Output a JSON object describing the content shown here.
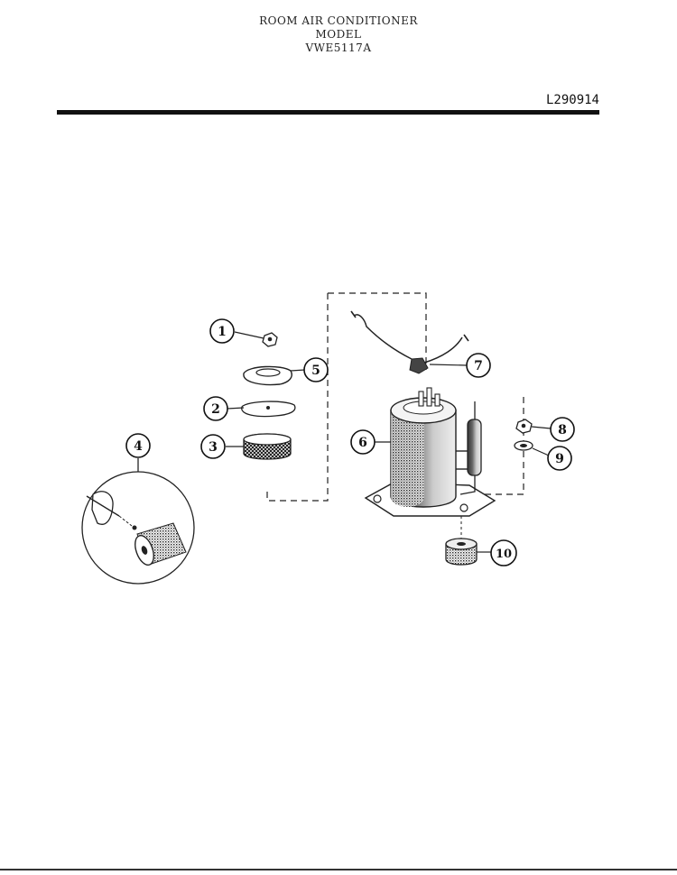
{
  "header": {
    "line1": "ROOM AIR CONDITIONER",
    "line2": "MODEL",
    "line3": "VWE5117A"
  },
  "reference_code": "L290914",
  "callouts": [
    "1",
    "2",
    "3",
    "4",
    "5",
    "6",
    "7",
    "8",
    "9",
    "10"
  ]
}
